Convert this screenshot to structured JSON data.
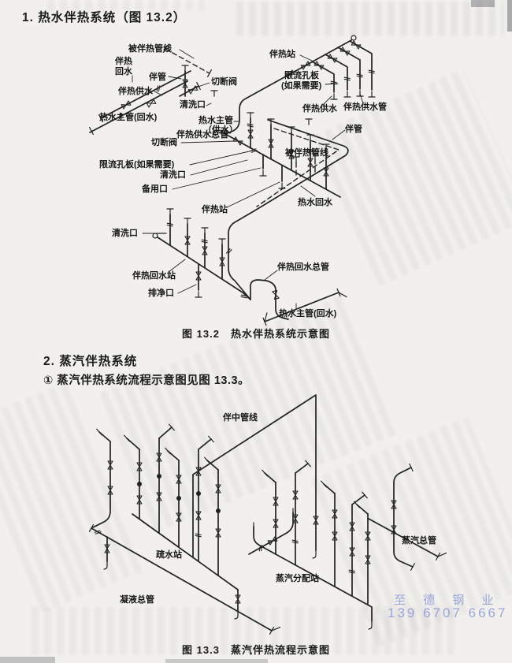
{
  "page": {
    "heading1": "1. 热水伴热系统（图 13.2）",
    "heading2": "2. 蒸汽伴热系统",
    "para1": "① 蒸汽伴热系统流程示意图见图 13.3。"
  },
  "fig2": {
    "caption": "图 13.2　热水伴热系统示意图",
    "labels": {
      "traced_line_tl": "被伴热管线",
      "trace_return_l1": "伴热",
      "trace_return_l2": "回水",
      "tracer_tl": "伴管",
      "shutoff_tl": "切断阀",
      "trace_supply_tl": "伴热供水",
      "clean_port_tl": "清洗口",
      "hw_main_return_tl": "热水主管(回水)",
      "trace_station_tr": "伴热站",
      "orifice_tr_l1": "限流孔板",
      "orifice_tr_l2": "(如果需要)",
      "trace_supply_tr": "伴热供水",
      "trace_supply_pipe_tr": "伴热供水管",
      "hw_main_supply_l1": "热水主管",
      "hw_main_supply_l2": "（供水）",
      "trace_supply_header": "伴热供水总管",
      "shutoff_mid": "切断阀",
      "orifice_mid": "限流孔板(如果需要)",
      "clean_port_mid": "清洗口",
      "spare_port": "备用口",
      "trace_station_mid": "伴热站",
      "tracer_r": "伴管",
      "traced_line_r": "被伴热管线",
      "hw_return": "热水回水",
      "clean_port_b": "清洗口",
      "trace_return_station": "伴热回水站",
      "drain_port": "排净口",
      "trace_return_header": "伴热回水总管",
      "hw_main_return_b": "热水主管(回水)"
    }
  },
  "fig3": {
    "caption": "图 13.3　蒸汽伴热流程示意图",
    "labels": {
      "traced_line": "伴中管线",
      "trap_station": "疏水站",
      "condensate_header": "凝液总管",
      "steam_dist_station": "蒸汽分配站",
      "steam_header": "蒸汽总管"
    }
  },
  "watermark": {
    "line1": "至 德 钢 业",
    "line2": "139 6707 6667",
    "color": "#8d99da"
  },
  "colors": {
    "paper": "#f1f0ec",
    "ink": "#222222"
  }
}
